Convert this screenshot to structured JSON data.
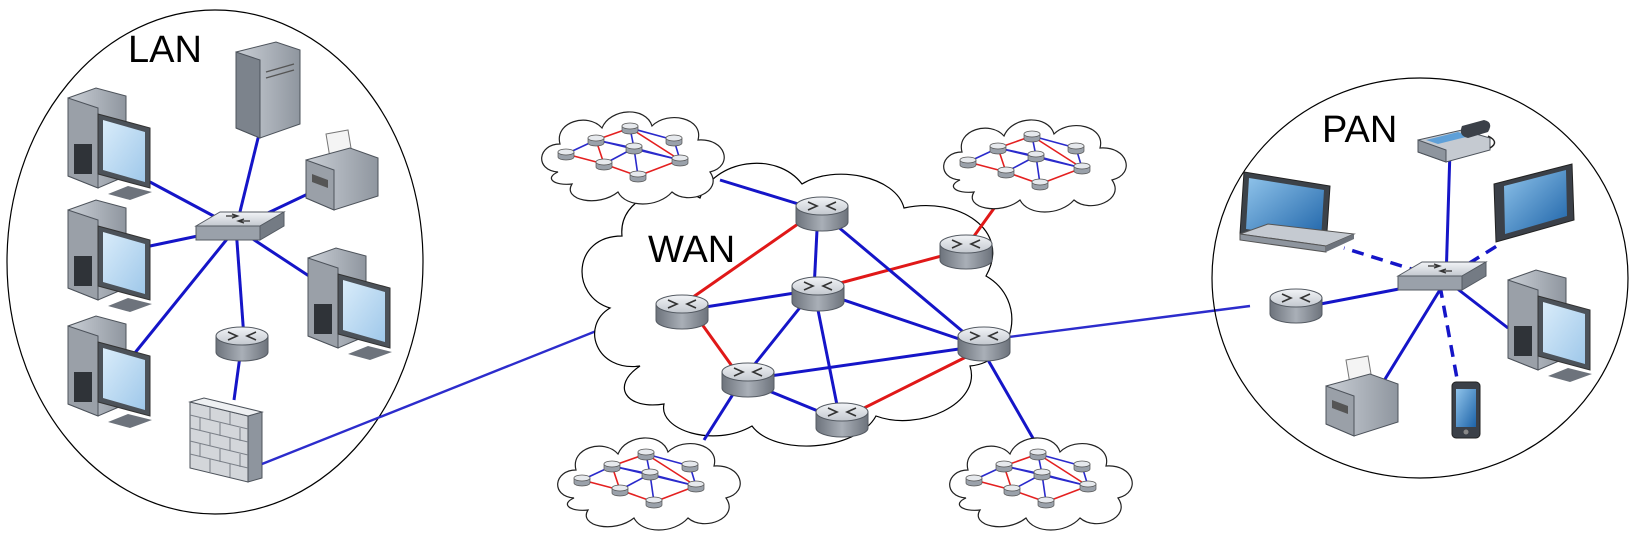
{
  "labels": {
    "lan": "LAN",
    "wan": "WAN",
    "pan": "PAN"
  },
  "colors": {
    "blue_link": "#1515c8",
    "red_link": "#e01818",
    "device_gray": "#8e959e",
    "screen_blue": "#3a7fbf"
  },
  "icons": {
    "router": "router-icon",
    "switch": "switch-icon",
    "server": "server-icon",
    "workstation": "workstation-icon",
    "printer": "printer-icon",
    "firewall": "firewall-icon",
    "laptop": "laptop-icon",
    "tablet": "tablet-icon",
    "phone": "phone-icon",
    "smartphone": "smartphone-icon",
    "cloud": "cloud-icon"
  }
}
